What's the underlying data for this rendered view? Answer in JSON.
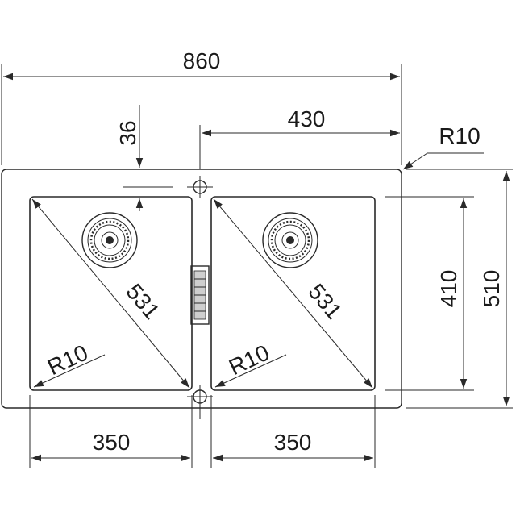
{
  "dimensions": {
    "overall_width": "860",
    "center_to_edge": "430",
    "drain_offset": "36",
    "corner_radius_outer": "R10",
    "diagonal_left": "531",
    "diagonal_right": "531",
    "radius_left": "R10",
    "radius_right": "R10",
    "bowl_width_left": "350",
    "bowl_width_right": "350",
    "bowl_depth": "410",
    "overall_depth": "510"
  }
}
